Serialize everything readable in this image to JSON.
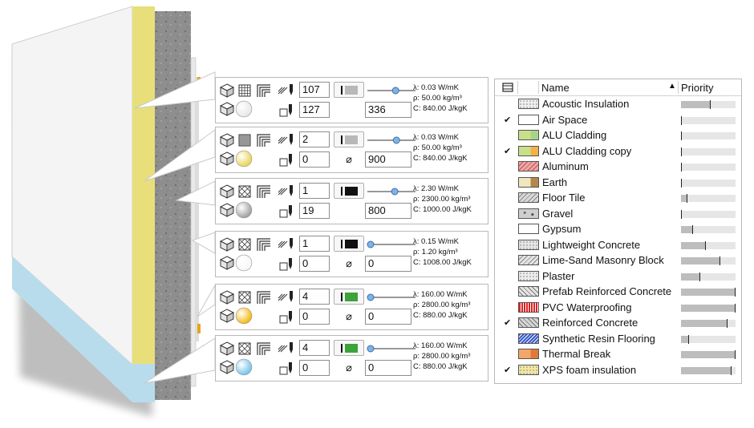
{
  "layers": [
    {
      "thickness": "107",
      "priority": "127",
      "fill_color": "#b8b8b8",
      "extra_field": "336",
      "extra_kind": "value",
      "lambda": "λ: 0.03 W/mK",
      "rho": "ρ: 50.00 kg/m³",
      "capacity": "C: 840.00 J/kgK",
      "sphere_color": "#e6e6e6",
      "slider_level": 0.6
    },
    {
      "thickness": "2",
      "priority": "0",
      "fill_color": "#b8b8b8",
      "extra_field": "900",
      "extra_kind": "diameter",
      "lambda": "λ: 0.03 W/mK",
      "rho": "ρ: 50.00 kg/m³",
      "capacity": "C: 840.00 J/kgK",
      "sphere_color": "#e8d24a",
      "slider_level": 0.62
    },
    {
      "thickness": "1",
      "priority": "19",
      "fill_color": "#111111",
      "extra_field": "800",
      "extra_kind": "value",
      "lambda": "λ: 2.30 W/mK",
      "rho": "ρ: 2300.00 kg/m³",
      "capacity": "C: 1000.00 J/kgK",
      "sphere_color": "#9a9a9a",
      "slider_level": 0.58
    },
    {
      "thickness": "1",
      "priority": "0",
      "fill_color": "#111111",
      "extra_field": "0",
      "extra_kind": "diameter",
      "lambda": "λ: 0.15 W/mK",
      "rho": "ρ: 1.20 kg/m³",
      "capacity": "C: 1008.00 J/kgK",
      "sphere_color": "#f7f7f7",
      "slider_level": 0.0
    },
    {
      "thickness": "4",
      "priority": "0",
      "fill_color": "#3aa33a",
      "extra_field": "0",
      "extra_kind": "diameter",
      "lambda": "λ: 160.00 W/mK",
      "rho": "ρ: 2800.00 kg/m³",
      "capacity": "C: 880.00 J/kgK",
      "sphere_color": "#f2b500",
      "slider_level": 0.0
    },
    {
      "thickness": "4",
      "priority": "0",
      "fill_color": "#3aa33a",
      "extra_field": "0",
      "extra_kind": "diameter",
      "lambda": "λ: 160.00 W/mK",
      "rho": "ρ: 2800.00 kg/m³",
      "capacity": "C: 880.00 J/kgK",
      "sphere_color": "#6cc0e8",
      "slider_level": 0.0
    }
  ],
  "priority_list": {
    "header_name": "Name",
    "header_priority": "Priority",
    "sort_indicator": "▲",
    "items": [
      {
        "name": "Acoustic Insulation",
        "checked": false,
        "swatch": "#eeeeee",
        "pattern": "dots",
        "priority": 0.55
      },
      {
        "name": "Air Space",
        "checked": true,
        "swatch": "#ffffff",
        "pattern": "none",
        "priority": 0.0
      },
      {
        "name": "ALU Cladding",
        "checked": false,
        "swatch": "#c9e08a",
        "pattern": "stripe",
        "priority": 0.0
      },
      {
        "name": "ALU Cladding copy",
        "checked": true,
        "swatch": "#c9e08a",
        "pattern": "stripe-orange",
        "priority": 0.0
      },
      {
        "name": "Aluminum",
        "checked": false,
        "swatch": "#e9a8a8",
        "pattern": "hatch-red",
        "priority": 0.0
      },
      {
        "name": "Earth",
        "checked": false,
        "swatch": "#f0e6c0",
        "pattern": "brown",
        "priority": 0.0
      },
      {
        "name": "Floor Tile",
        "checked": false,
        "swatch": "#d9d9d9",
        "pattern": "hatch",
        "priority": 0.12
      },
      {
        "name": "Gravel",
        "checked": false,
        "swatch": "#cfcfcf",
        "pattern": "gravel",
        "priority": 0.0
      },
      {
        "name": "Gypsum",
        "checked": false,
        "swatch": "#ffffff",
        "pattern": "dash",
        "priority": 0.22
      },
      {
        "name": "Lightweight Concrete",
        "checked": false,
        "swatch": "#e4e4e4",
        "pattern": "dots",
        "priority": 0.45
      },
      {
        "name": "Lime-Sand Masonry Block",
        "checked": false,
        "swatch": "#e4e4e4",
        "pattern": "hatch",
        "priority": 0.72
      },
      {
        "name": "Plaster",
        "checked": false,
        "swatch": "#ececec",
        "pattern": "dots",
        "priority": 0.35
      },
      {
        "name": "Prefab Reinforced Concrete",
        "checked": false,
        "swatch": "#e6e6e6",
        "pattern": "cross",
        "priority": 1.0
      },
      {
        "name": "PVC Waterproofing",
        "checked": false,
        "swatch": "#e02020",
        "pattern": "vlines",
        "priority": 1.0
      },
      {
        "name": "Reinforced Concrete",
        "checked": true,
        "swatch": "#d6d6d6",
        "pattern": "cross",
        "priority": 0.85
      },
      {
        "name": "Synthetic Resin Flooring",
        "checked": false,
        "swatch": "#3a5cc8",
        "pattern": "hatch-blue",
        "priority": 0.15
      },
      {
        "name": "Thermal Break",
        "checked": false,
        "swatch": "#f2a66a",
        "pattern": "orange",
        "priority": 1.0
      },
      {
        "name": "XPS foam insulation",
        "checked": true,
        "swatch": "#f2e9a0",
        "pattern": "dots-yellow",
        "priority": 0.92
      }
    ]
  }
}
